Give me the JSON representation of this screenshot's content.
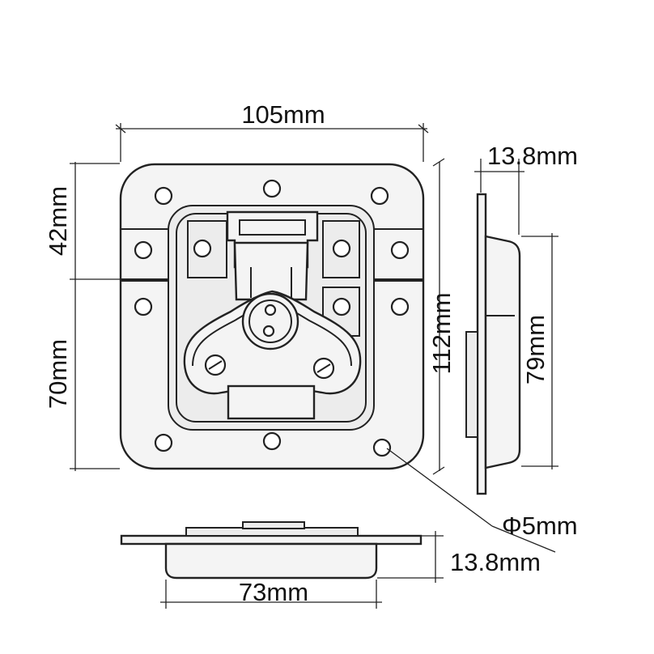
{
  "dimensions": {
    "width_total": "105mm",
    "height_total": "112mm",
    "upper_height": "42mm",
    "lower_height": "70mm",
    "side_depth": "13.8mm",
    "side_height": "79mm",
    "hole_diameter": "Φ5mm",
    "bottom_depth": "13.8mm",
    "bottom_width": "73mm"
  }
}
